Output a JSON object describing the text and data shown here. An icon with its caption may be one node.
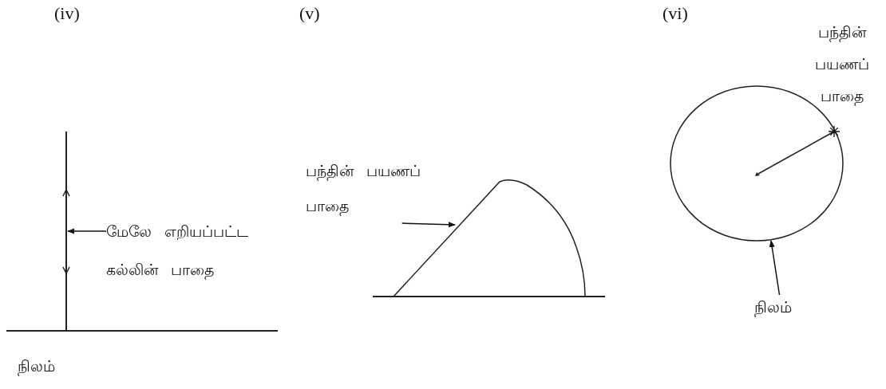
{
  "diagram": {
    "nodes": [
      {
        "text": [
          "மேலே எறியப்பட்ட கல்லின் பாதை"
        ]
      },
      {
        "text": [],
        "shape": "line"
      },
      {
        "text": [
          "பந்தின் பயணப் பாதை"
        ]
      },
      {
        "text": [],
        "shape": "curve"
      },
      {
        "text": [
          "பந்தின் பயணப் பாதை"
        ]
      },
      {
        "text": [],
        "shape": "circle"
      },
      {
        "text": [
          "நிலம்"
        ]
      }
    ],
    "edges": [
      {
        "from": 0,
        "to": 1,
        "arrow": "to"
      },
      {
        "from": 2,
        "to": 3,
        "arrow": "to"
      },
      {
        "from": 6,
        "to": 5,
        "arrow": "to"
      }
    ],
    "labels": [
      "(iv)",
      "(v)",
      "(vi)",
      "நிலம்"
    ]
  }
}
